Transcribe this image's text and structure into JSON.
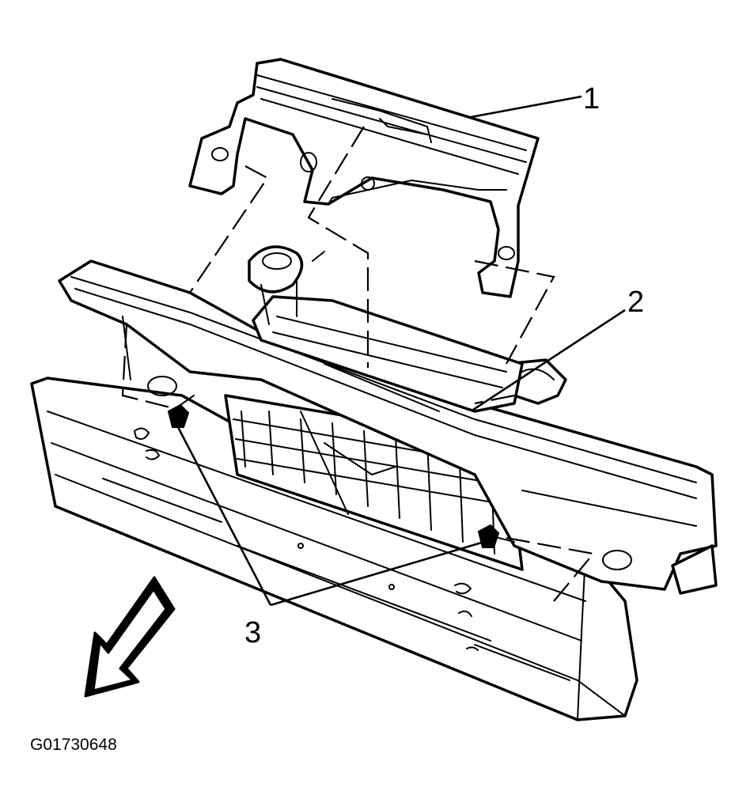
{
  "diagram": {
    "callouts": [
      {
        "id": "1",
        "label": "1"
      },
      {
        "id": "2",
        "label": "2"
      },
      {
        "id": "3",
        "label": "3"
      }
    ],
    "figure_id": "G01730648",
    "icons": [
      "front-direction-arrow-icon"
    ]
  }
}
